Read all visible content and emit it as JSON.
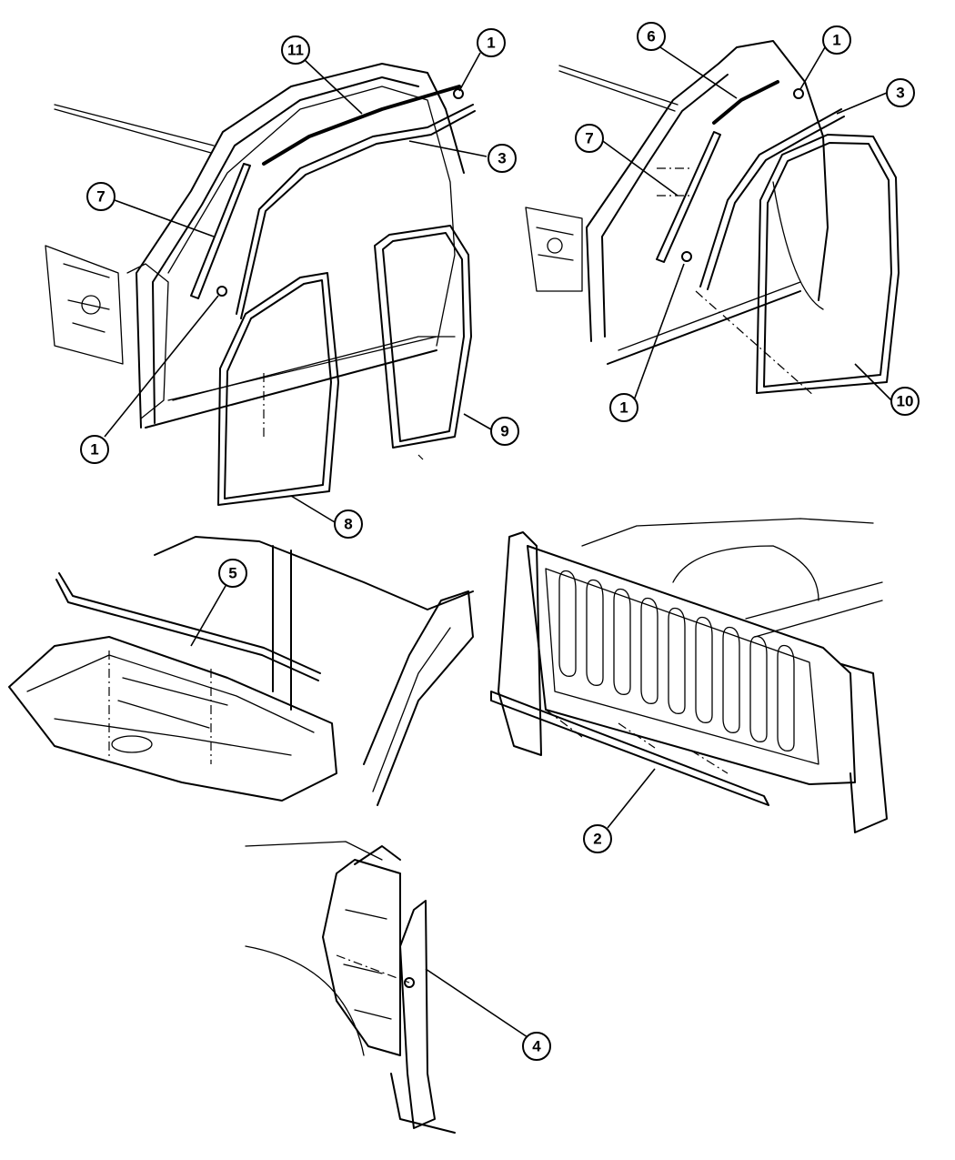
{
  "callouts": {
    "c1_tl_top": "1",
    "c11": "11",
    "c3_tl": "3",
    "c7_tl": "7",
    "c1_tl_bottom": "1",
    "c9": "9",
    "c8": "8",
    "c6": "6",
    "c1_tr_top": "1",
    "c3_tr": "3",
    "c7_tr": "7",
    "c1_tr_bottom": "1",
    "c10": "10",
    "c5": "5",
    "c2": "2",
    "c4": "4"
  }
}
